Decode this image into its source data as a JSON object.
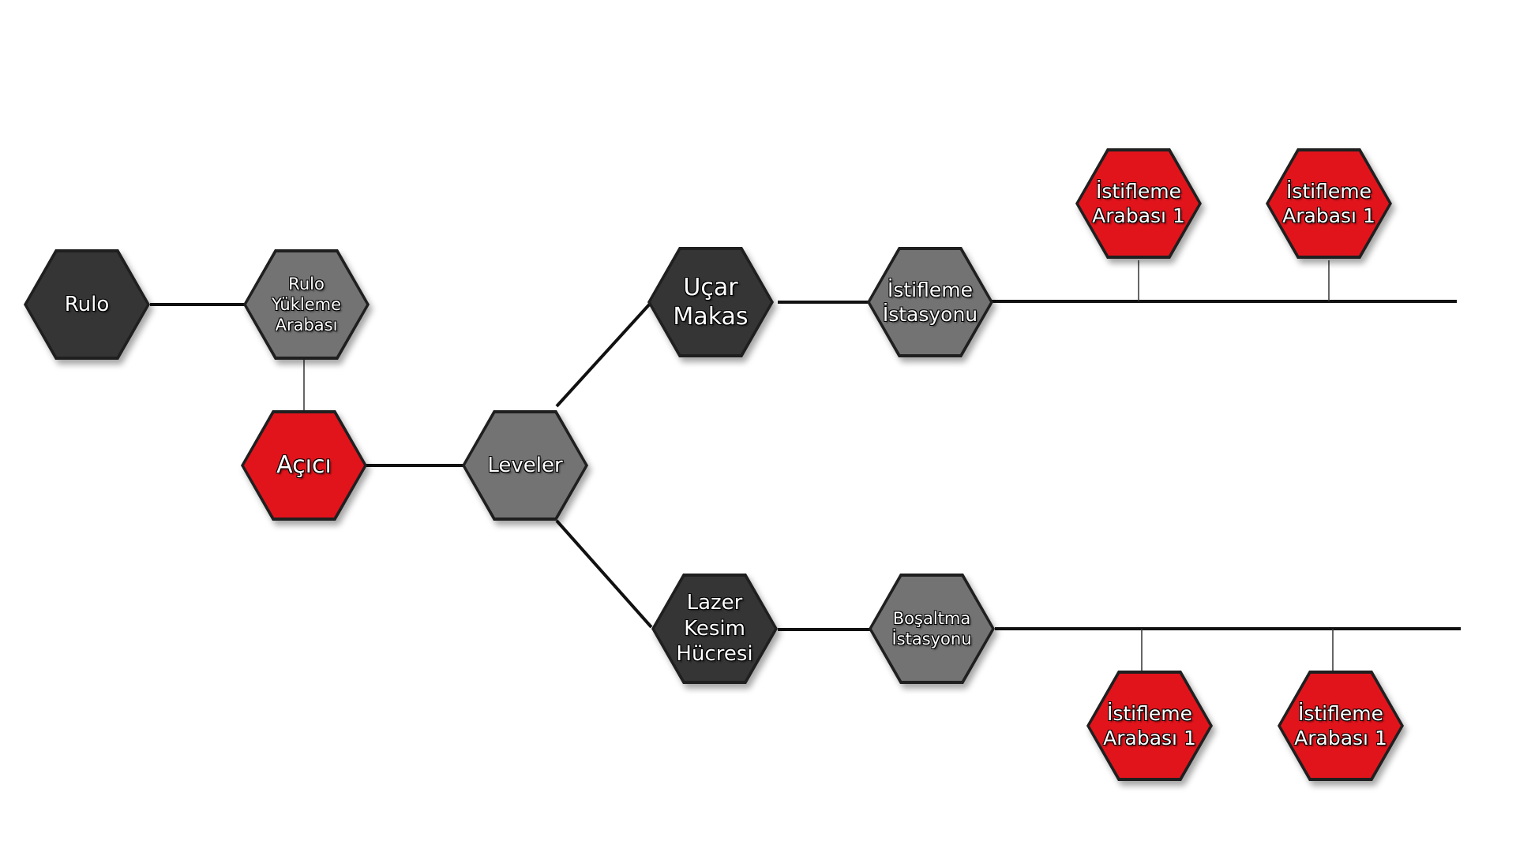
{
  "colors": {
    "dark": "#353535",
    "gray": "#737373",
    "red": "#e1141c",
    "line": "#111111"
  },
  "nodes": {
    "rulo": {
      "label": "Rulo",
      "style": "dark"
    },
    "rulo_yukleme": {
      "label": "Rulo\nYükleme\nArabası",
      "style": "gray"
    },
    "acici": {
      "label": "Açıcı",
      "style": "red"
    },
    "leveler": {
      "label": "Leveler",
      "style": "gray"
    },
    "ucar_makas": {
      "label": "Uçar\nMakas",
      "style": "dark"
    },
    "lazer_kesim": {
      "label": "Lazer\nKesim\nHücresi",
      "style": "dark"
    },
    "istifleme_istasyonu": {
      "label": "İstifleme\nİstasyonu",
      "style": "gray"
    },
    "bosaltma_istasyonu": {
      "label": "Boşaltma\nİstasyonu",
      "style": "gray"
    },
    "istif_top_1": {
      "label": "İstifleme\nArabası 1",
      "style": "red"
    },
    "istif_top_2": {
      "label": "İstifleme\nArabası 1",
      "style": "red"
    },
    "istif_bottom_1": {
      "label": "İstifleme\nArabası 1",
      "style": "red"
    },
    "istif_bottom_2": {
      "label": "İstifleme\nArabası 1",
      "style": "red"
    }
  },
  "edges": [
    [
      "rulo",
      "rulo_yukleme"
    ],
    [
      "rulo_yukleme",
      "acici"
    ],
    [
      "acici",
      "leveler"
    ],
    [
      "leveler",
      "ucar_makas"
    ],
    [
      "leveler",
      "lazer_kesim"
    ],
    [
      "ucar_makas",
      "istifleme_istasyonu"
    ],
    [
      "lazer_kesim",
      "bosaltma_istasyonu"
    ],
    [
      "istifleme_istasyonu",
      "istif_top_1"
    ],
    [
      "istifleme_istasyonu",
      "istif_top_2"
    ],
    [
      "bosaltma_istasyonu",
      "istif_bottom_1"
    ],
    [
      "bosaltma_istasyonu",
      "istif_bottom_2"
    ]
  ]
}
